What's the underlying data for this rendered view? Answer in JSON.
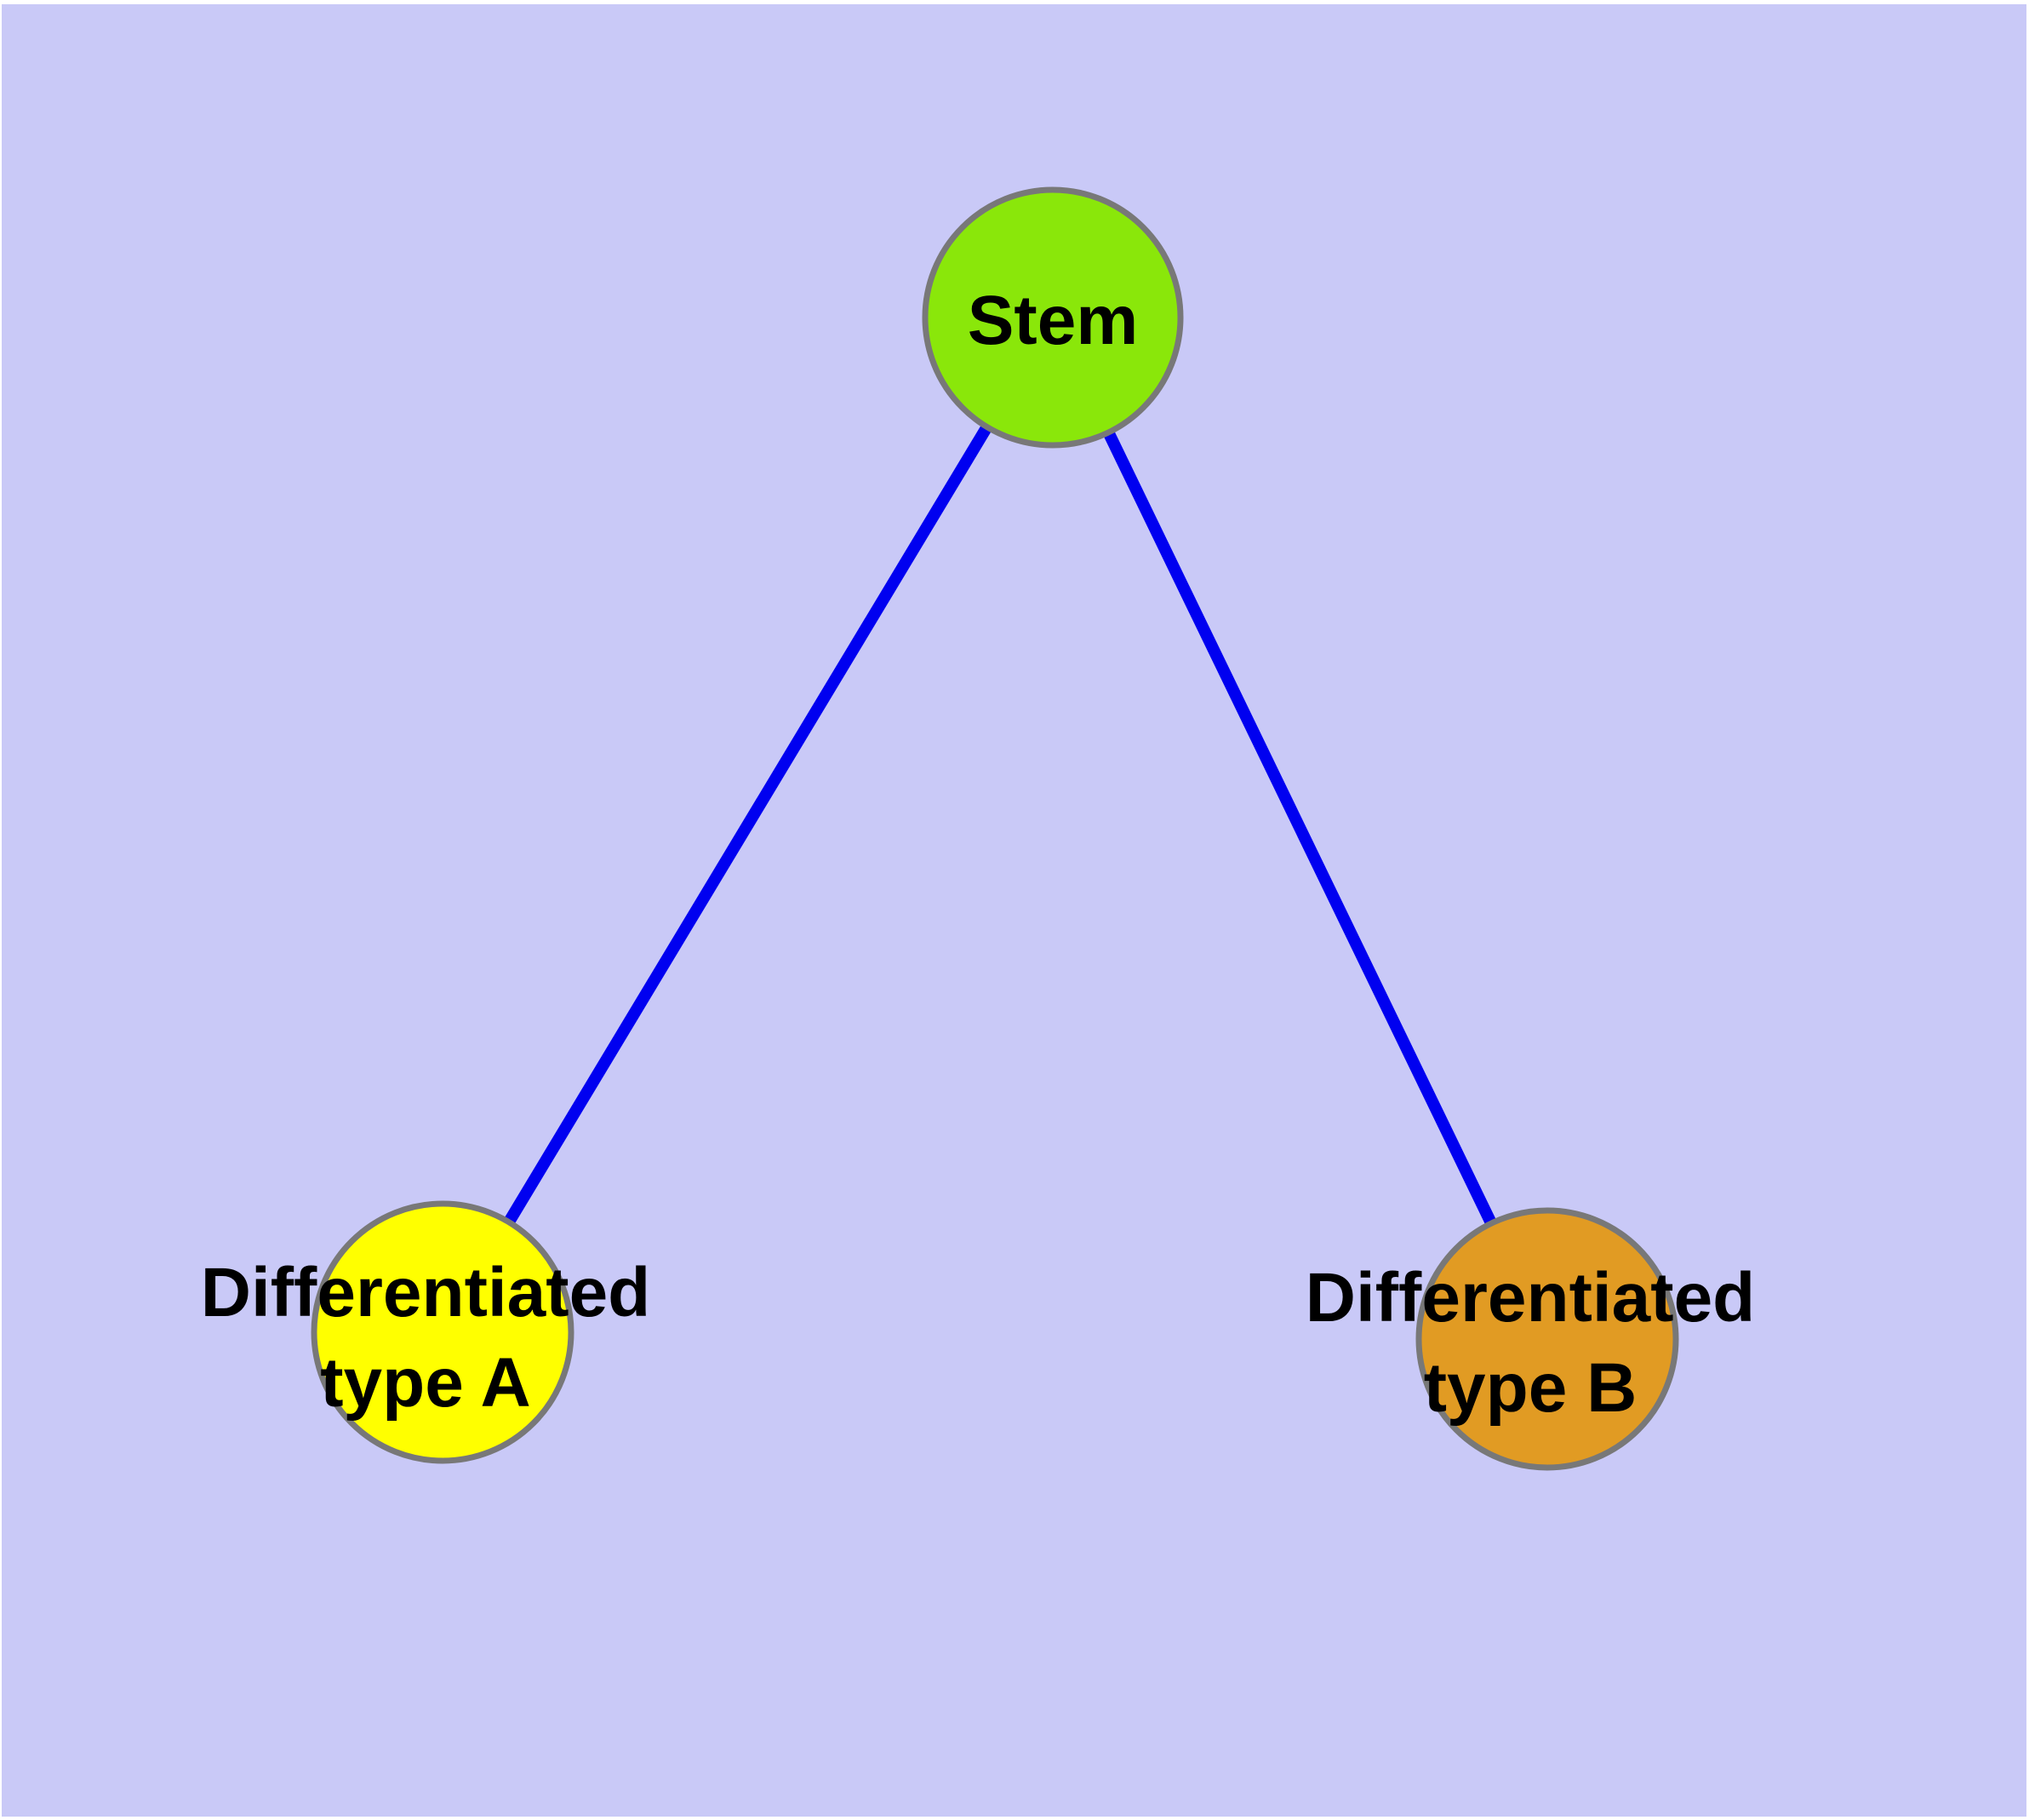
{
  "diagram": {
    "type": "node-link-graph",
    "background_color": "#C9C9F7",
    "edge_color": "#0000F0",
    "node_border_color": "#787878",
    "edges": [
      {
        "from": "Stem",
        "to": "Differentiated type A"
      },
      {
        "from": "Stem",
        "to": "Differentiated type B"
      }
    ]
  },
  "nodes": {
    "stem": {
      "label": "Stem",
      "color": "#8AE70A"
    },
    "type_a": {
      "line1": "Differentiated",
      "line2": "type A",
      "color": "#FFFF00"
    },
    "type_b": {
      "line1": "Differentiated",
      "line2": "type B",
      "color": "#E19B23"
    }
  }
}
